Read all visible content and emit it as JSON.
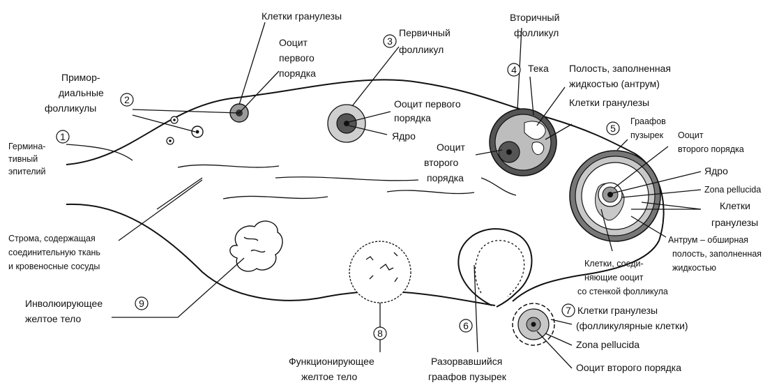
{
  "labels": {
    "germinal_epithelium": [
      "Гермина-",
      "тивный",
      "эпителий"
    ],
    "primordial_follicles": [
      "Примор-",
      "диальные",
      "фолликулы"
    ],
    "granulosa_cells_top": "Клетки гранулезы",
    "primary_oocyte_1": [
      "Ооцит",
      "первого",
      "порядка"
    ],
    "primary_follicle": [
      "Первичный",
      "фолликул"
    ],
    "primary_oocyte_2": [
      "Ооцит первого",
      "порядка"
    ],
    "nucleus_1": "Ядро",
    "secondary_follicle": [
      "Вторичный",
      "фолликул"
    ],
    "theca": "Тека",
    "antrum": [
      "Полость, заполненная",
      "жидкостью (антрум)"
    ],
    "granulosa_cells_2": "Клетки гранулезы",
    "secondary_oocyte_1": [
      "Ооцит",
      "второго",
      "порядка"
    ],
    "graafian_vesicle": [
      "Граафов",
      "пузырек"
    ],
    "secondary_oocyte_2": [
      "Ооцит",
      "второго порядка"
    ],
    "nucleus_2": "Ядро",
    "zona_pellucida_1": "Zona pellucida",
    "granulosa_cells_3": [
      "Клетки",
      "гранулезы"
    ],
    "antrum_large": [
      "Антрум – обширная",
      "полость, заполненная",
      "жидкостью"
    ],
    "connecting_cells": [
      "Клетки, соеди-",
      "няющие ооцит",
      "со стенкой фолликула"
    ],
    "stroma": [
      "Строма, содержащая",
      "соединительную ткань",
      "и кровеносные сосуды"
    ],
    "involuting_corpus_luteum": [
      "Инволюирующее",
      "желтое тело"
    ],
    "functioning_corpus_luteum": [
      "Функционирующее",
      "желтое тело"
    ],
    "ruptured_graafian": [
      "Разорвавшийся",
      "граафов пузырек"
    ],
    "ovulated_granulosa": [
      "Клетки гранулезы",
      "(фолликулярные клетки)"
    ],
    "zona_pellucida_2": "Zona pellucida",
    "ovulated_oocyte": "Ооцит второго порядка"
  },
  "stage_numbers": [
    "1",
    "2",
    "3",
    "4",
    "5",
    "6",
    "7",
    "8",
    "9"
  ],
  "colors": {
    "ink": "#111111",
    "light_gray": "#cfcfcf",
    "mid_gray": "#9a9a9a",
    "dark_gray": "#555555",
    "white": "#ffffff"
  }
}
